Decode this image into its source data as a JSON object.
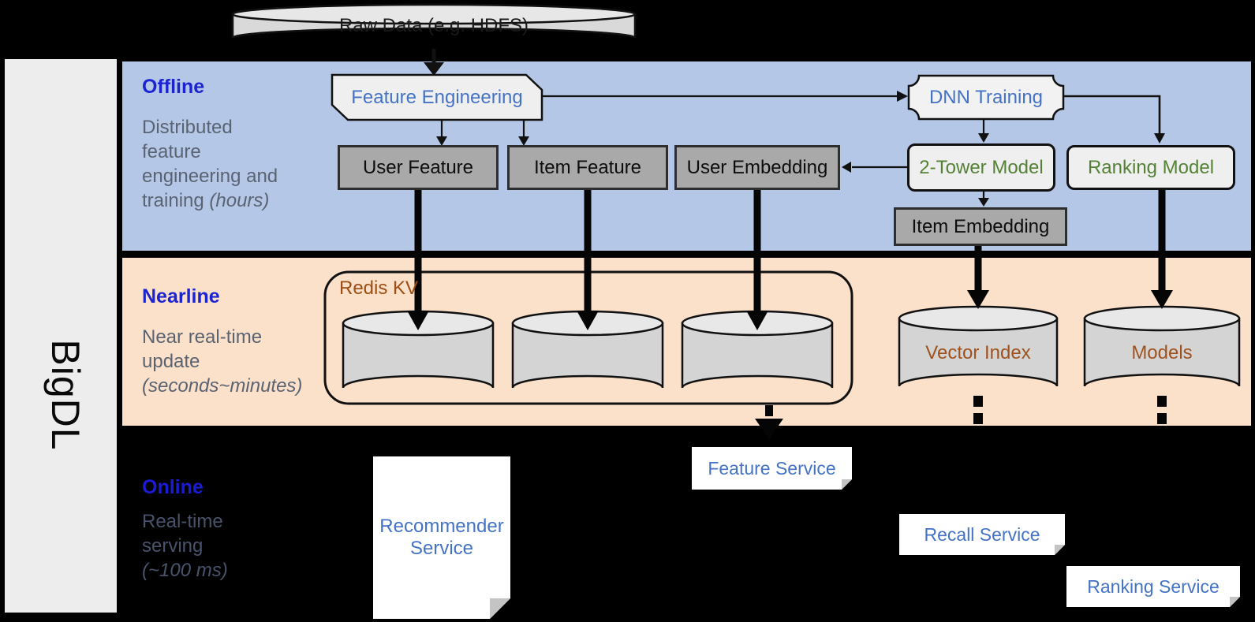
{
  "brand": {
    "name": "BigDL"
  },
  "raw_data": {
    "label": "Raw Data (e.g. HDFS)"
  },
  "bands": {
    "offline": {
      "title": "Offline",
      "description": "Distributed feature engineering and training",
      "description_note": "(hours)"
    },
    "nearline": {
      "title": "Nearline",
      "description": "Near real-time update",
      "description_note": "(seconds~minutes)"
    },
    "online": {
      "title": "Online",
      "description": "Real-time serving",
      "description_note": "(~100 ms)"
    }
  },
  "offline": {
    "feature_engineering": "Feature Engineering",
    "dnn_training": "DNN Training",
    "user_feature": "User Feature",
    "item_feature": "Item Feature",
    "user_embedding": "User Embedding",
    "two_tower_model": "2-Tower Model",
    "ranking_model": "Ranking Model",
    "item_embedding": "Item Embedding"
  },
  "nearline": {
    "redis_kv": "Redis KV",
    "vector_index": "Vector Index",
    "models": "Models"
  },
  "online": {
    "recommender_service": "Recommender Service",
    "feature_service": "Feature Service",
    "recall_service": "Recall Service",
    "ranking_service": "Ranking Service"
  },
  "colors": {
    "background": "#000000",
    "sidebar": "#EDEDED",
    "offline_band": "#B4C7E7",
    "nearline_band": "#FBE0CA",
    "heading_blue": "#1C24D2",
    "accent_blue": "#4472C4",
    "model_green": "#548235",
    "storage_brown": "#A0521E",
    "muted_gray": "#5A6372",
    "box_gray": "#A9A9A9"
  }
}
